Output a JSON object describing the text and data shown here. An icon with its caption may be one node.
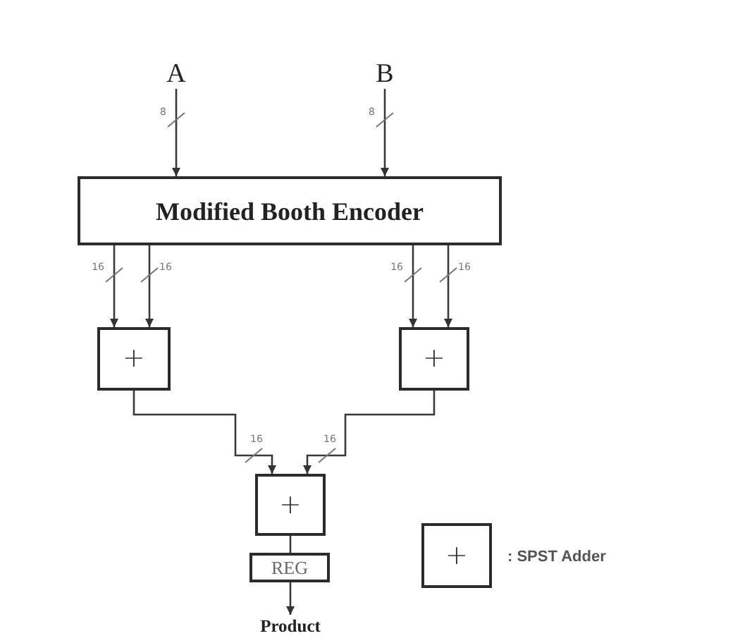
{
  "diagram": {
    "nodes": [
      {
        "text": [
          "A"
        ]
      },
      {
        "text": [
          "B"
        ]
      },
      {
        "text": [
          "Modified Booth Encoder"
        ]
      },
      {
        "text": [
          "+"
        ]
      },
      {
        "text": [
          "+"
        ]
      },
      {
        "text": [
          "+"
        ]
      },
      {
        "text": [
          "REG"
        ]
      },
      {
        "text": [
          "Product"
        ]
      },
      {
        "text": [
          "+"
        ],
        "beside": [
          ": SPST Adder"
        ]
      }
    ],
    "edges": [
      {
        "from": 0,
        "to": 2,
        "arrow": "to",
        "label": "8"
      },
      {
        "from": 1,
        "to": 2,
        "arrow": "to",
        "label": "8"
      },
      {
        "from": 2,
        "to": 3,
        "arrow": "to",
        "label": "16"
      },
      {
        "from": 2,
        "to": 3,
        "arrow": "to",
        "label": "16"
      },
      {
        "from": 2,
        "to": 4,
        "arrow": "to",
        "label": "16"
      },
      {
        "from": 2,
        "to": 4,
        "arrow": "to",
        "label": "16"
      },
      {
        "from": 3,
        "to": 5,
        "arrow": "to",
        "label": "16"
      },
      {
        "from": 4,
        "to": 5,
        "arrow": "to",
        "label": "16"
      },
      {
        "from": 5,
        "to": 6,
        "arrow": "none"
      },
      {
        "from": 6,
        "to": 7,
        "arrow": "to"
      }
    ]
  }
}
